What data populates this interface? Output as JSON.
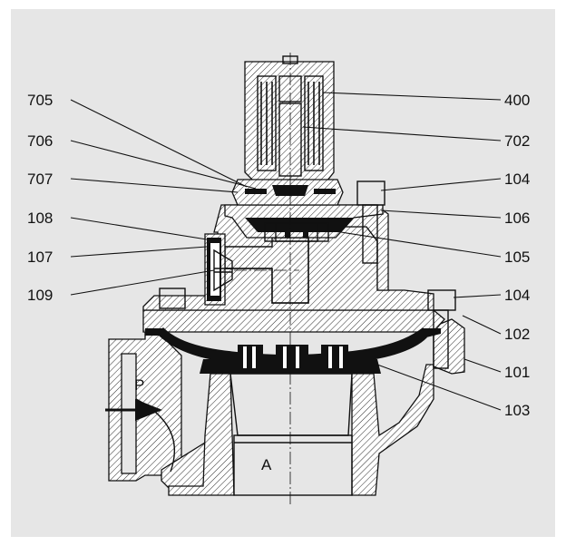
{
  "colors": {
    "panel_background": "#e6e6e6",
    "hatch_fill": "#ffffff",
    "line": "#111111",
    "seal": "#111111"
  },
  "labels": {
    "l705": "705",
    "l706": "706",
    "l707": "707",
    "l108": "108",
    "l107": "107",
    "l109": "109",
    "r400": "400",
    "r702": "702",
    "r104a": "104",
    "r106": "106",
    "r105": "105",
    "r104b": "104",
    "r102": "102",
    "r101": "101",
    "r103": "103"
  },
  "ports": {
    "inlet": "P",
    "outlet": "A"
  }
}
